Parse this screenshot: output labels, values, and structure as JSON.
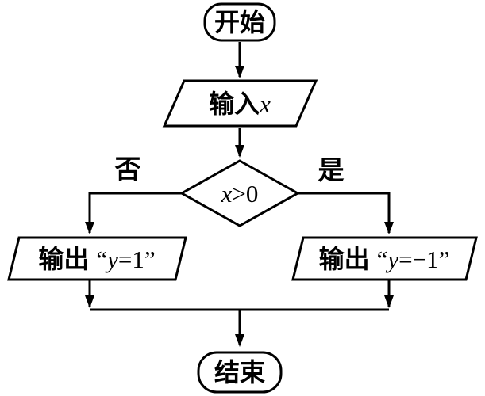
{
  "colors": {
    "line": "#000000",
    "background": "#ffffff",
    "text": "#000000"
  },
  "flowchart": {
    "start": {
      "label": "开始"
    },
    "input": {
      "text": "输入",
      "variable": "x"
    },
    "decision": {
      "variable": "x",
      "condition": ">0"
    },
    "branch_no": {
      "label": "否"
    },
    "branch_yes": {
      "label": "是"
    },
    "output_left": {
      "text": "输出",
      "quote_open": "“",
      "variable": "y",
      "value": "=1",
      "quote_close": "”"
    },
    "output_right": {
      "text": "输出",
      "quote_open": "“",
      "variable": "y",
      "value": "=−1",
      "quote_close": "”"
    },
    "end": {
      "label": "结束"
    }
  }
}
